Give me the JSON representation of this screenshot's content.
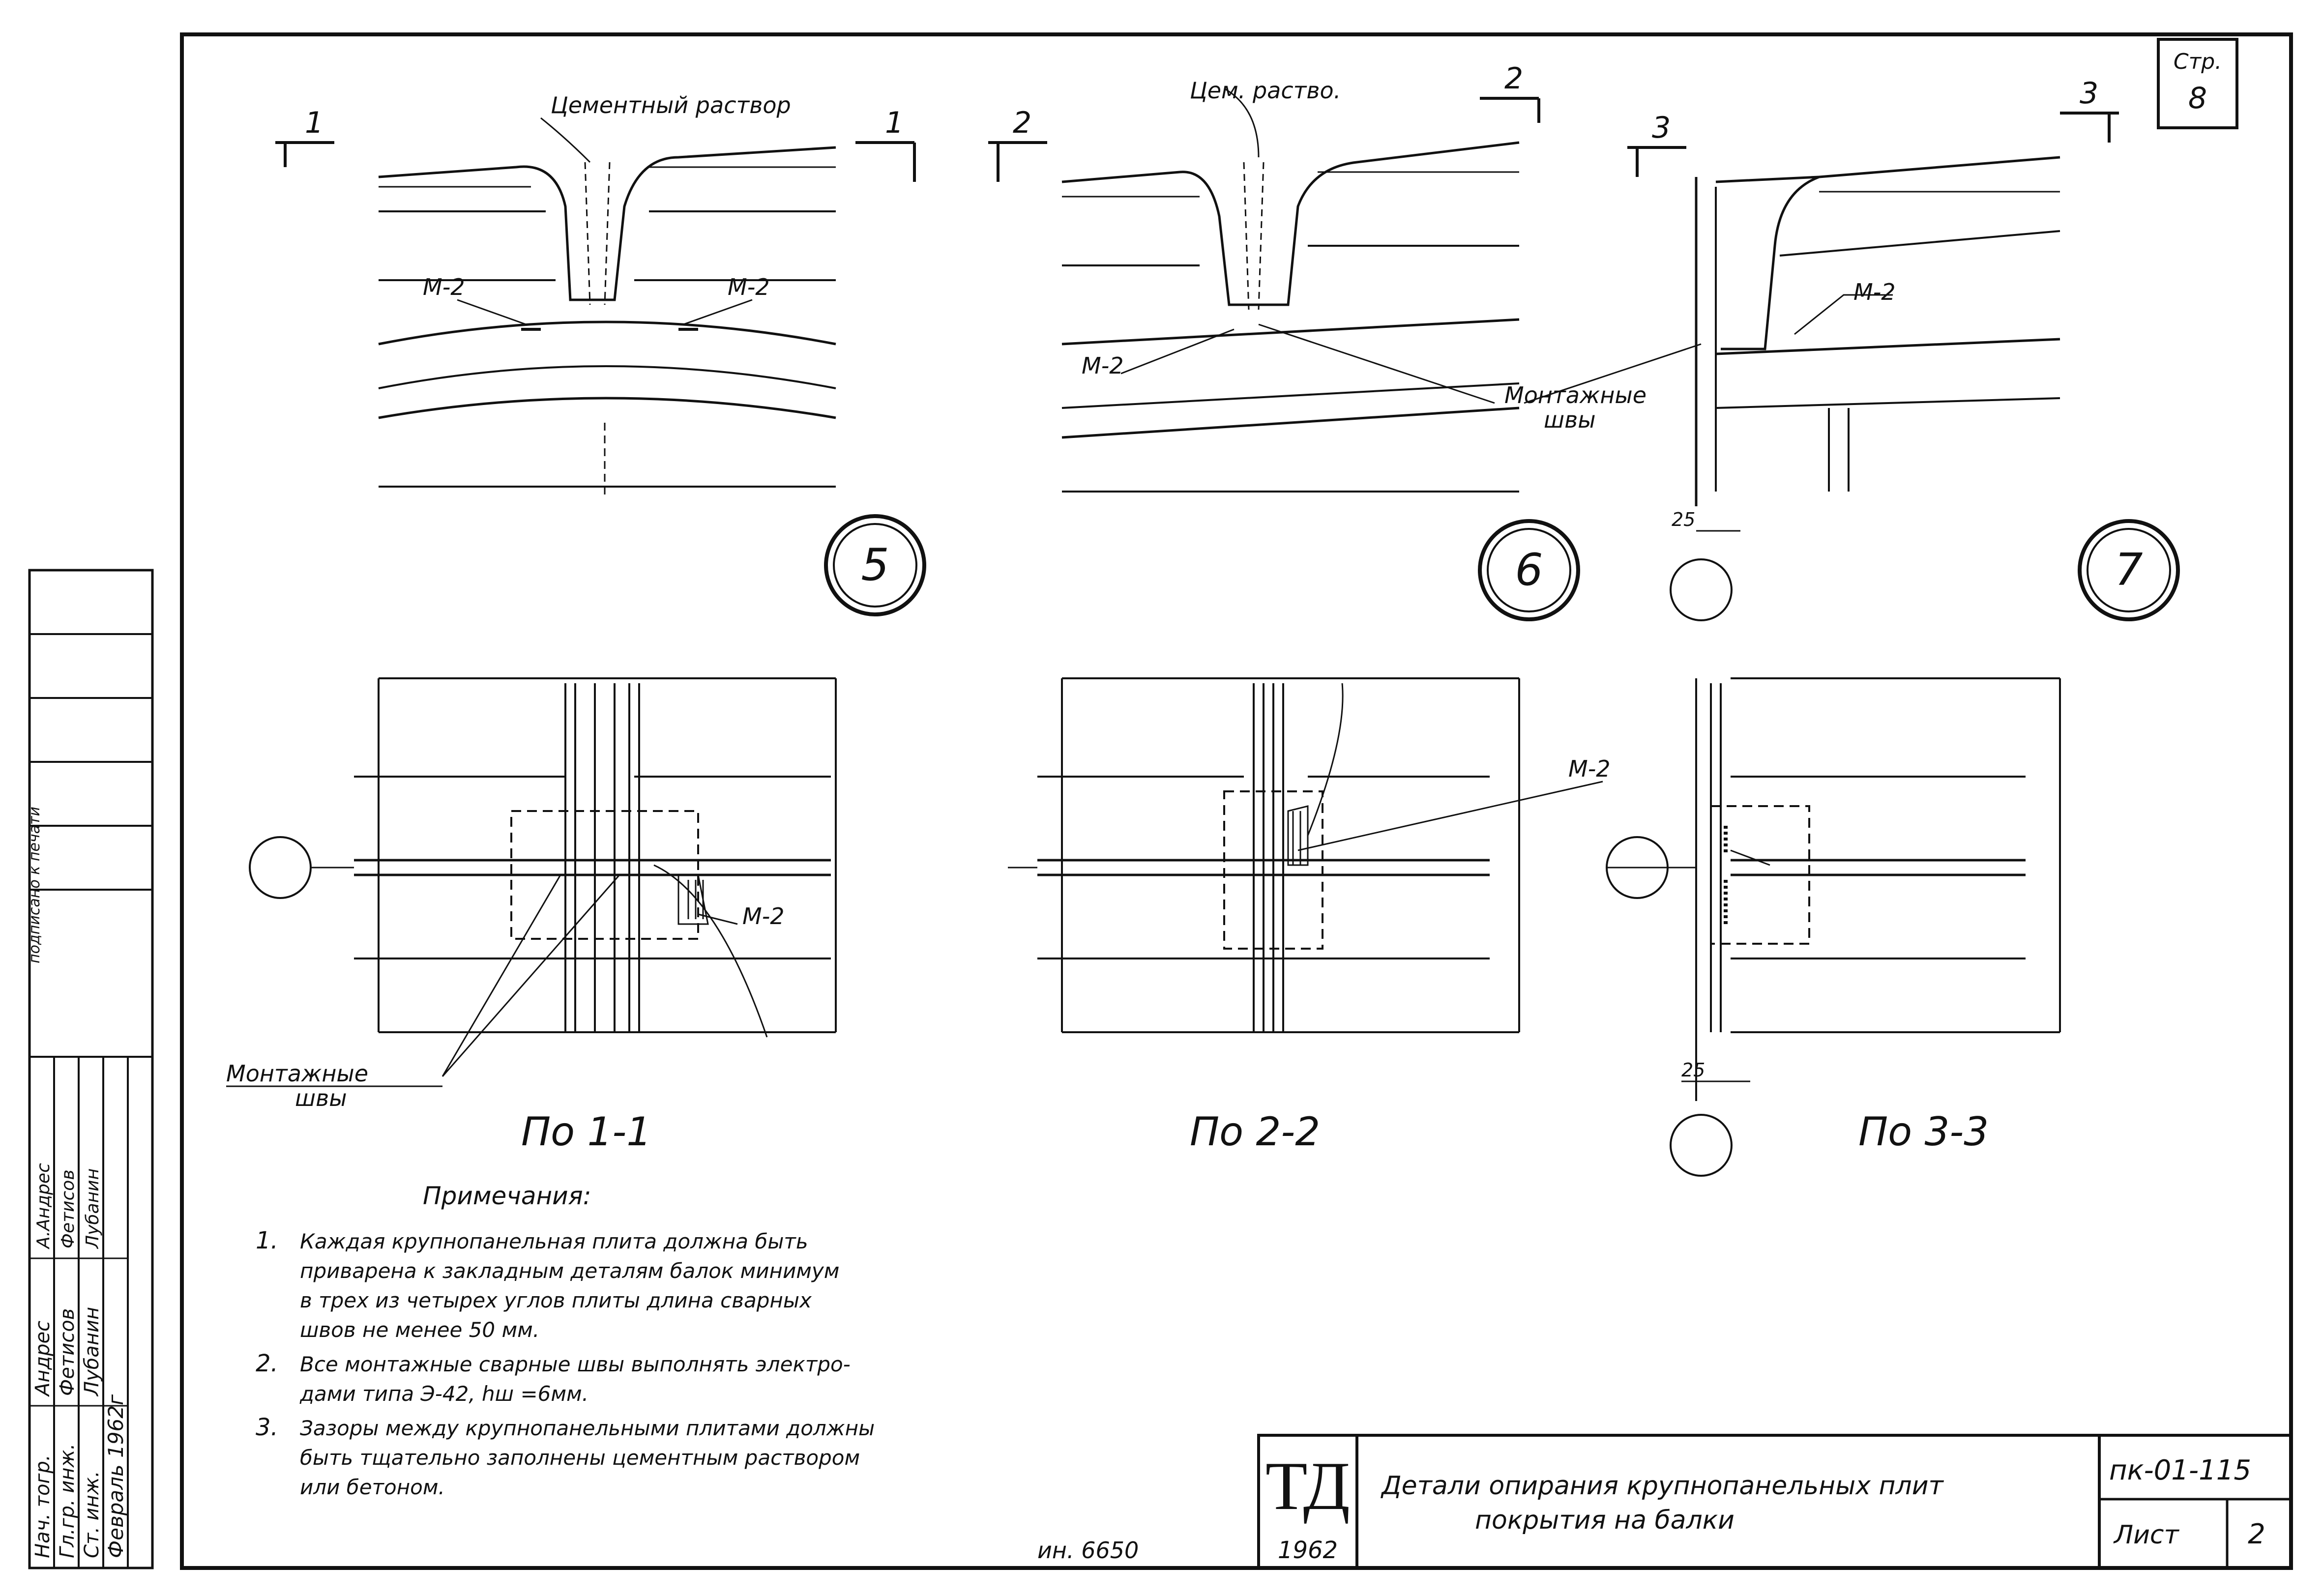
{
  "page_label": "Стр.",
  "page_number": "8",
  "sections": {
    "s1": "1",
    "s2": "2",
    "s3": "3"
  },
  "top_labels": {
    "cement_mortar": "Цементный раствор",
    "cement_mortar_short": "Цем. раство.",
    "m2": "М-2",
    "mounting_welds_l1": "Монтажные",
    "mounting_welds_l2": "швы",
    "dim_25": "25"
  },
  "detail_numbers": [
    "5",
    "6",
    "7"
  ],
  "view_labels": [
    "По 1-1",
    "По 2-2",
    "По 3-3"
  ],
  "notes": {
    "heading": "Примечания:",
    "items": [
      {
        "num": "1.",
        "lines": [
          "Каждая крупнопанельная плита должна быть",
          "приварена к закладным деталям балок минимум",
          "в трех из четырех углов плиты длина сварных",
          "швов не менее 50 мм."
        ]
      },
      {
        "num": "2.",
        "lines": [
          "Все монтажные сварные швы выполнять электро-",
          "дами типа Э-42, hш =6мм."
        ]
      },
      {
        "num": "3.",
        "lines": [
          "Зазоры между крупнопанельными плитами должны",
          "быть тщательно заполнены цементным раствором",
          "или бетоном."
        ]
      }
    ]
  },
  "inventory_number": "ин. 6650",
  "title_block": {
    "logo": "ТД",
    "year": "1962",
    "title_l1": "Детали опирания крупнопанельных плит",
    "title_l2": "покрытия на балки",
    "code": "пк-01-115",
    "sheet_label": "Лист",
    "sheet_no": "2"
  },
  "left_stamp": {
    "rows": [
      {
        "role": "Нач. тогр.",
        "name": "Андрес",
        "sign": "А.Андрес"
      },
      {
        "role": "Гл.гр. инж.",
        "name": "Фетисов",
        "sign": "Фетисов"
      },
      {
        "role": "Ст. инж.",
        "name": "Лубанин",
        "sign": "Лубанин"
      }
    ],
    "date": "Февраль 1962г",
    "vertical_note": "подписано к печати"
  }
}
